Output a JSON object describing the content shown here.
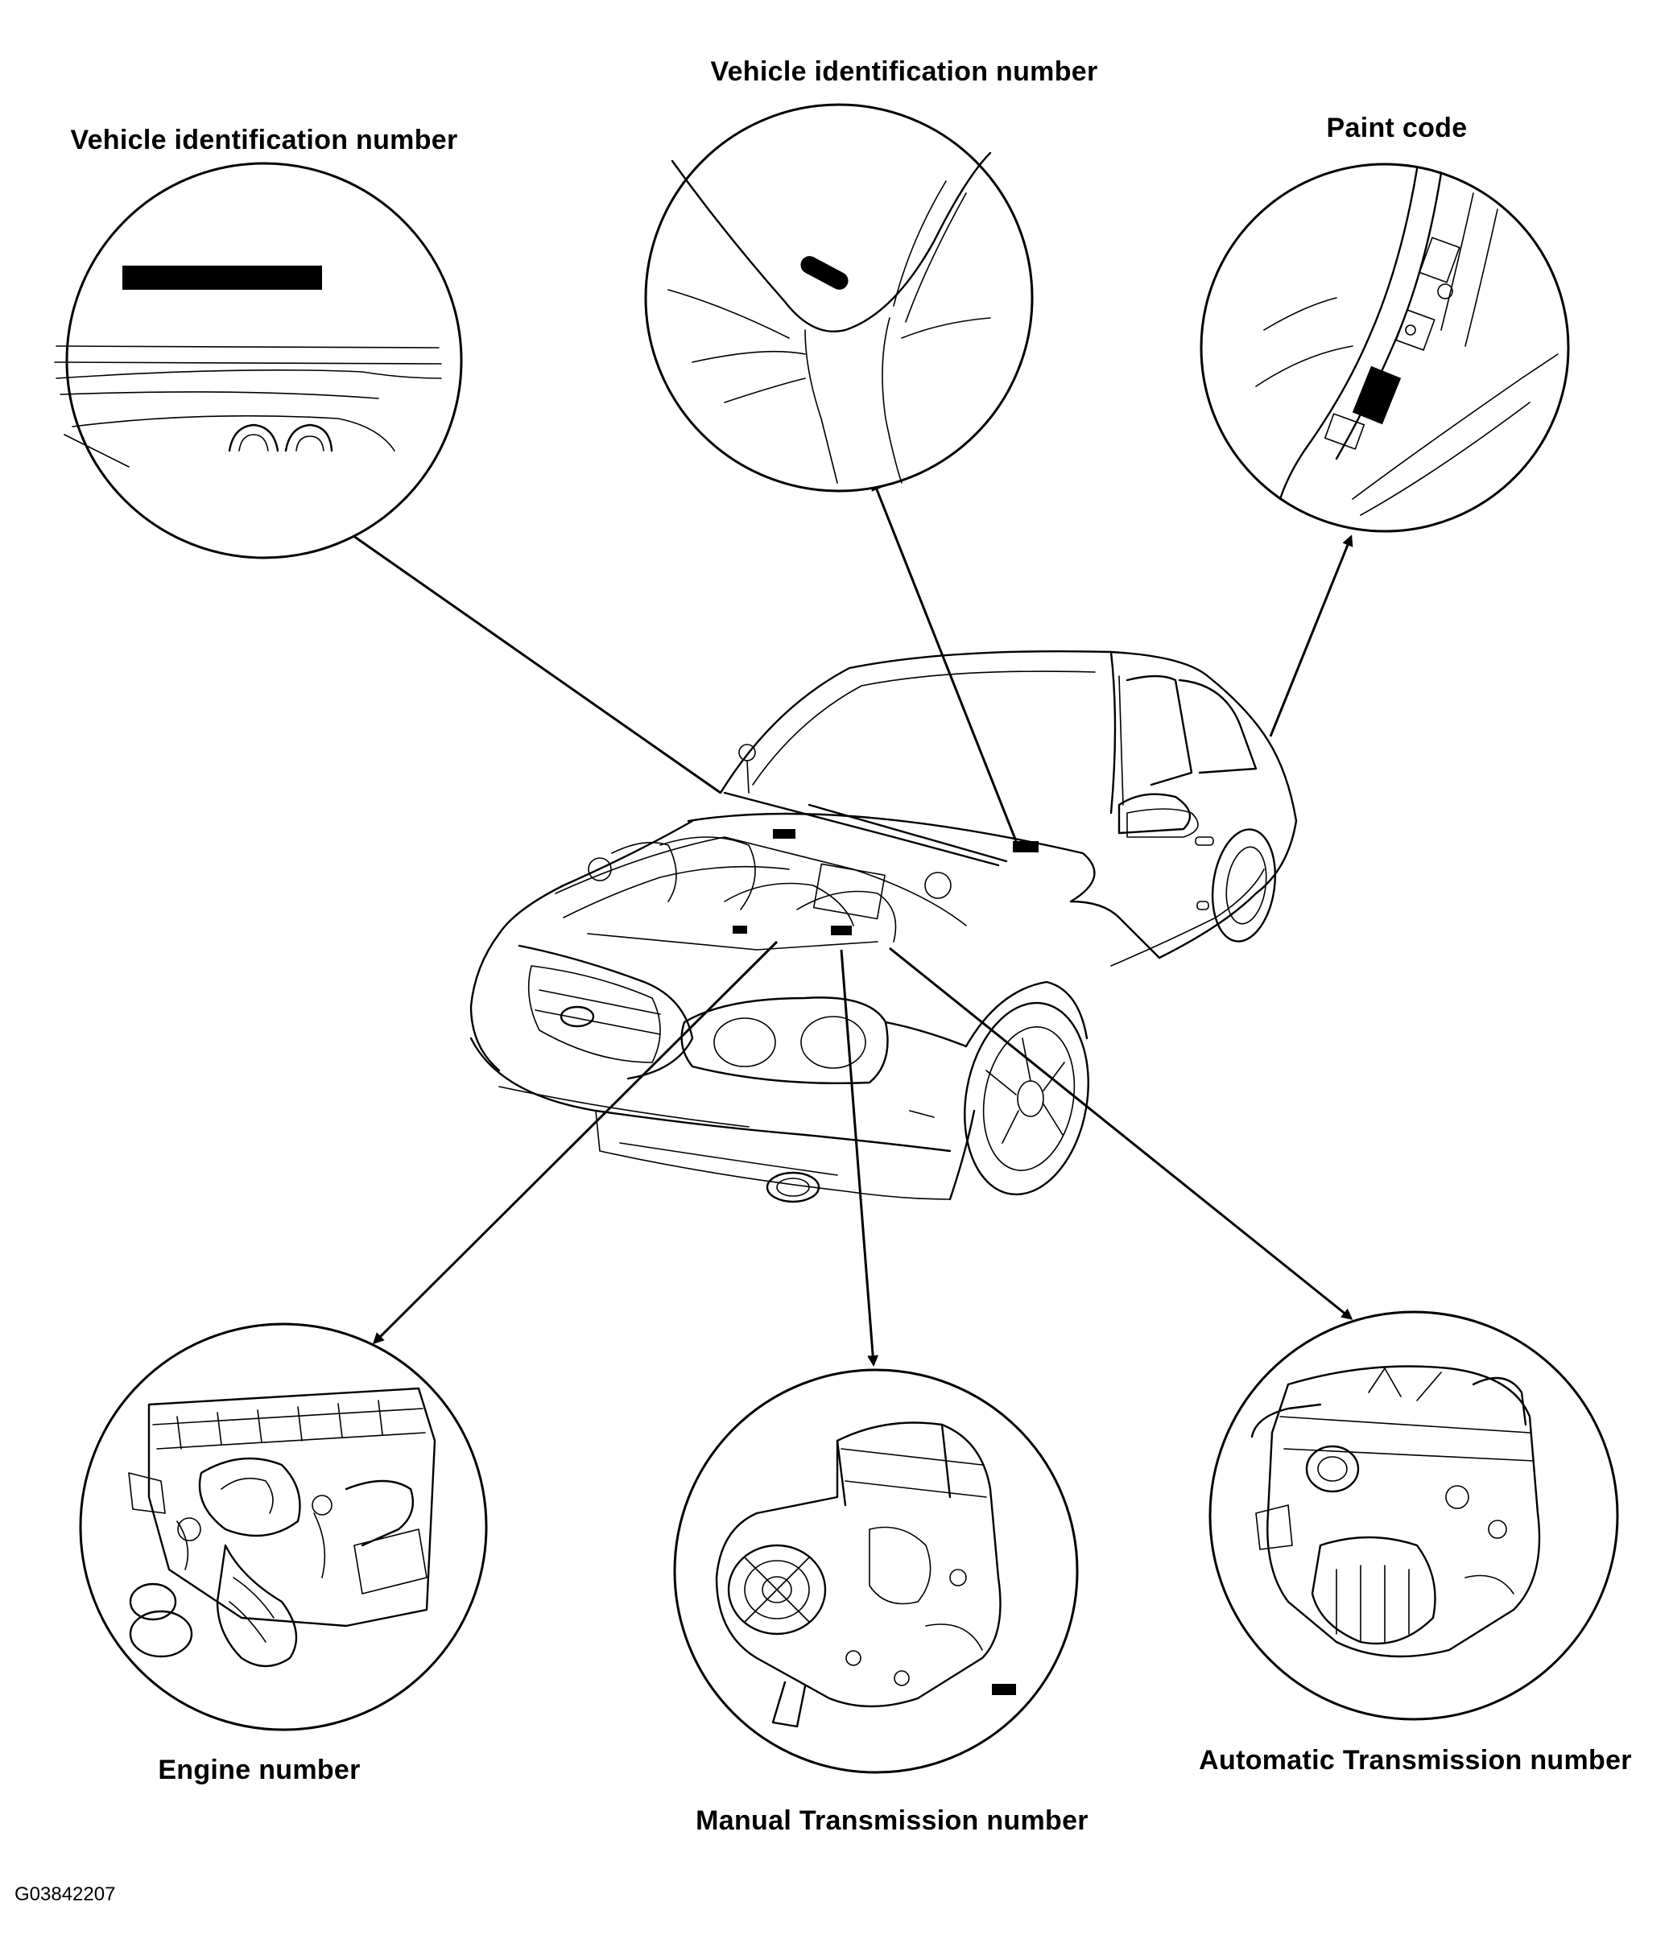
{
  "labels": {
    "vin_windshield": "Vehicle identification number",
    "vin_cowl": "Vehicle identification number",
    "paint_code": "Paint code",
    "engine_number": "Engine number",
    "manual_transmission_number": "Manual Transmission number",
    "automatic_transmission_number": "Automatic Transmission number"
  },
  "figure_id": "G03842207",
  "icons": [
    "car-illustration",
    "engine-illustration",
    "manual-transmission-illustration",
    "automatic-transmission-illustration"
  ]
}
